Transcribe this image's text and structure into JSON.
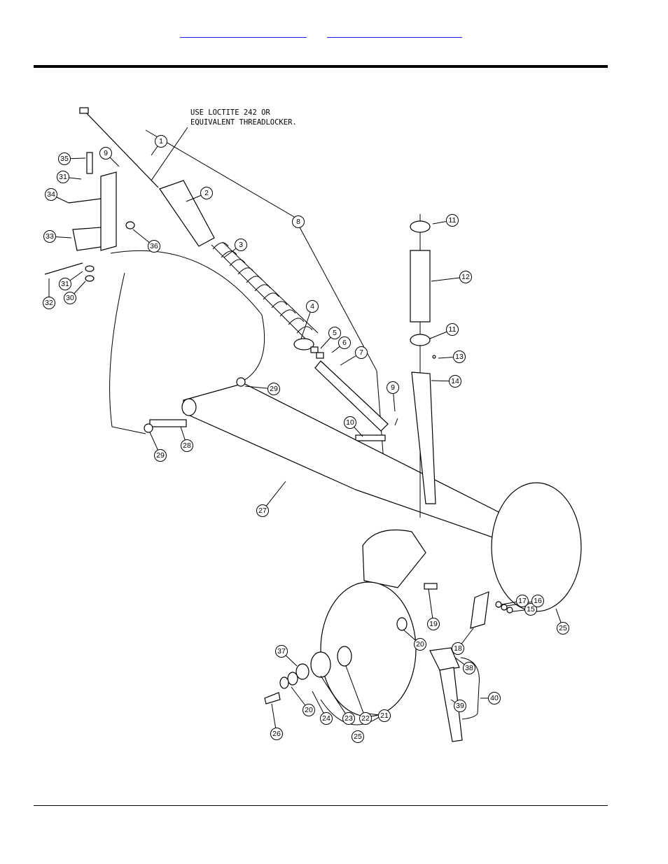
{
  "header": {
    "links": [
      "",
      ""
    ]
  },
  "diagram": {
    "note_lines": [
      "USE LOCTITE 242 OR",
      "EQUIVALENT THREADLOCKER."
    ],
    "callouts": [
      "1",
      "2",
      "3",
      "4",
      "5",
      "6",
      "7",
      "8",
      "9",
      "9",
      "10",
      "11",
      "11",
      "12",
      "13",
      "14",
      "15",
      "16",
      "17",
      "18",
      "19",
      "20",
      "20",
      "21",
      "22",
      "23",
      "24",
      "25",
      "25",
      "26",
      "27",
      "28",
      "29",
      "29",
      "30",
      "31",
      "31",
      "32",
      "33",
      "34",
      "35",
      "36",
      "37",
      "38",
      "39",
      "40"
    ]
  }
}
